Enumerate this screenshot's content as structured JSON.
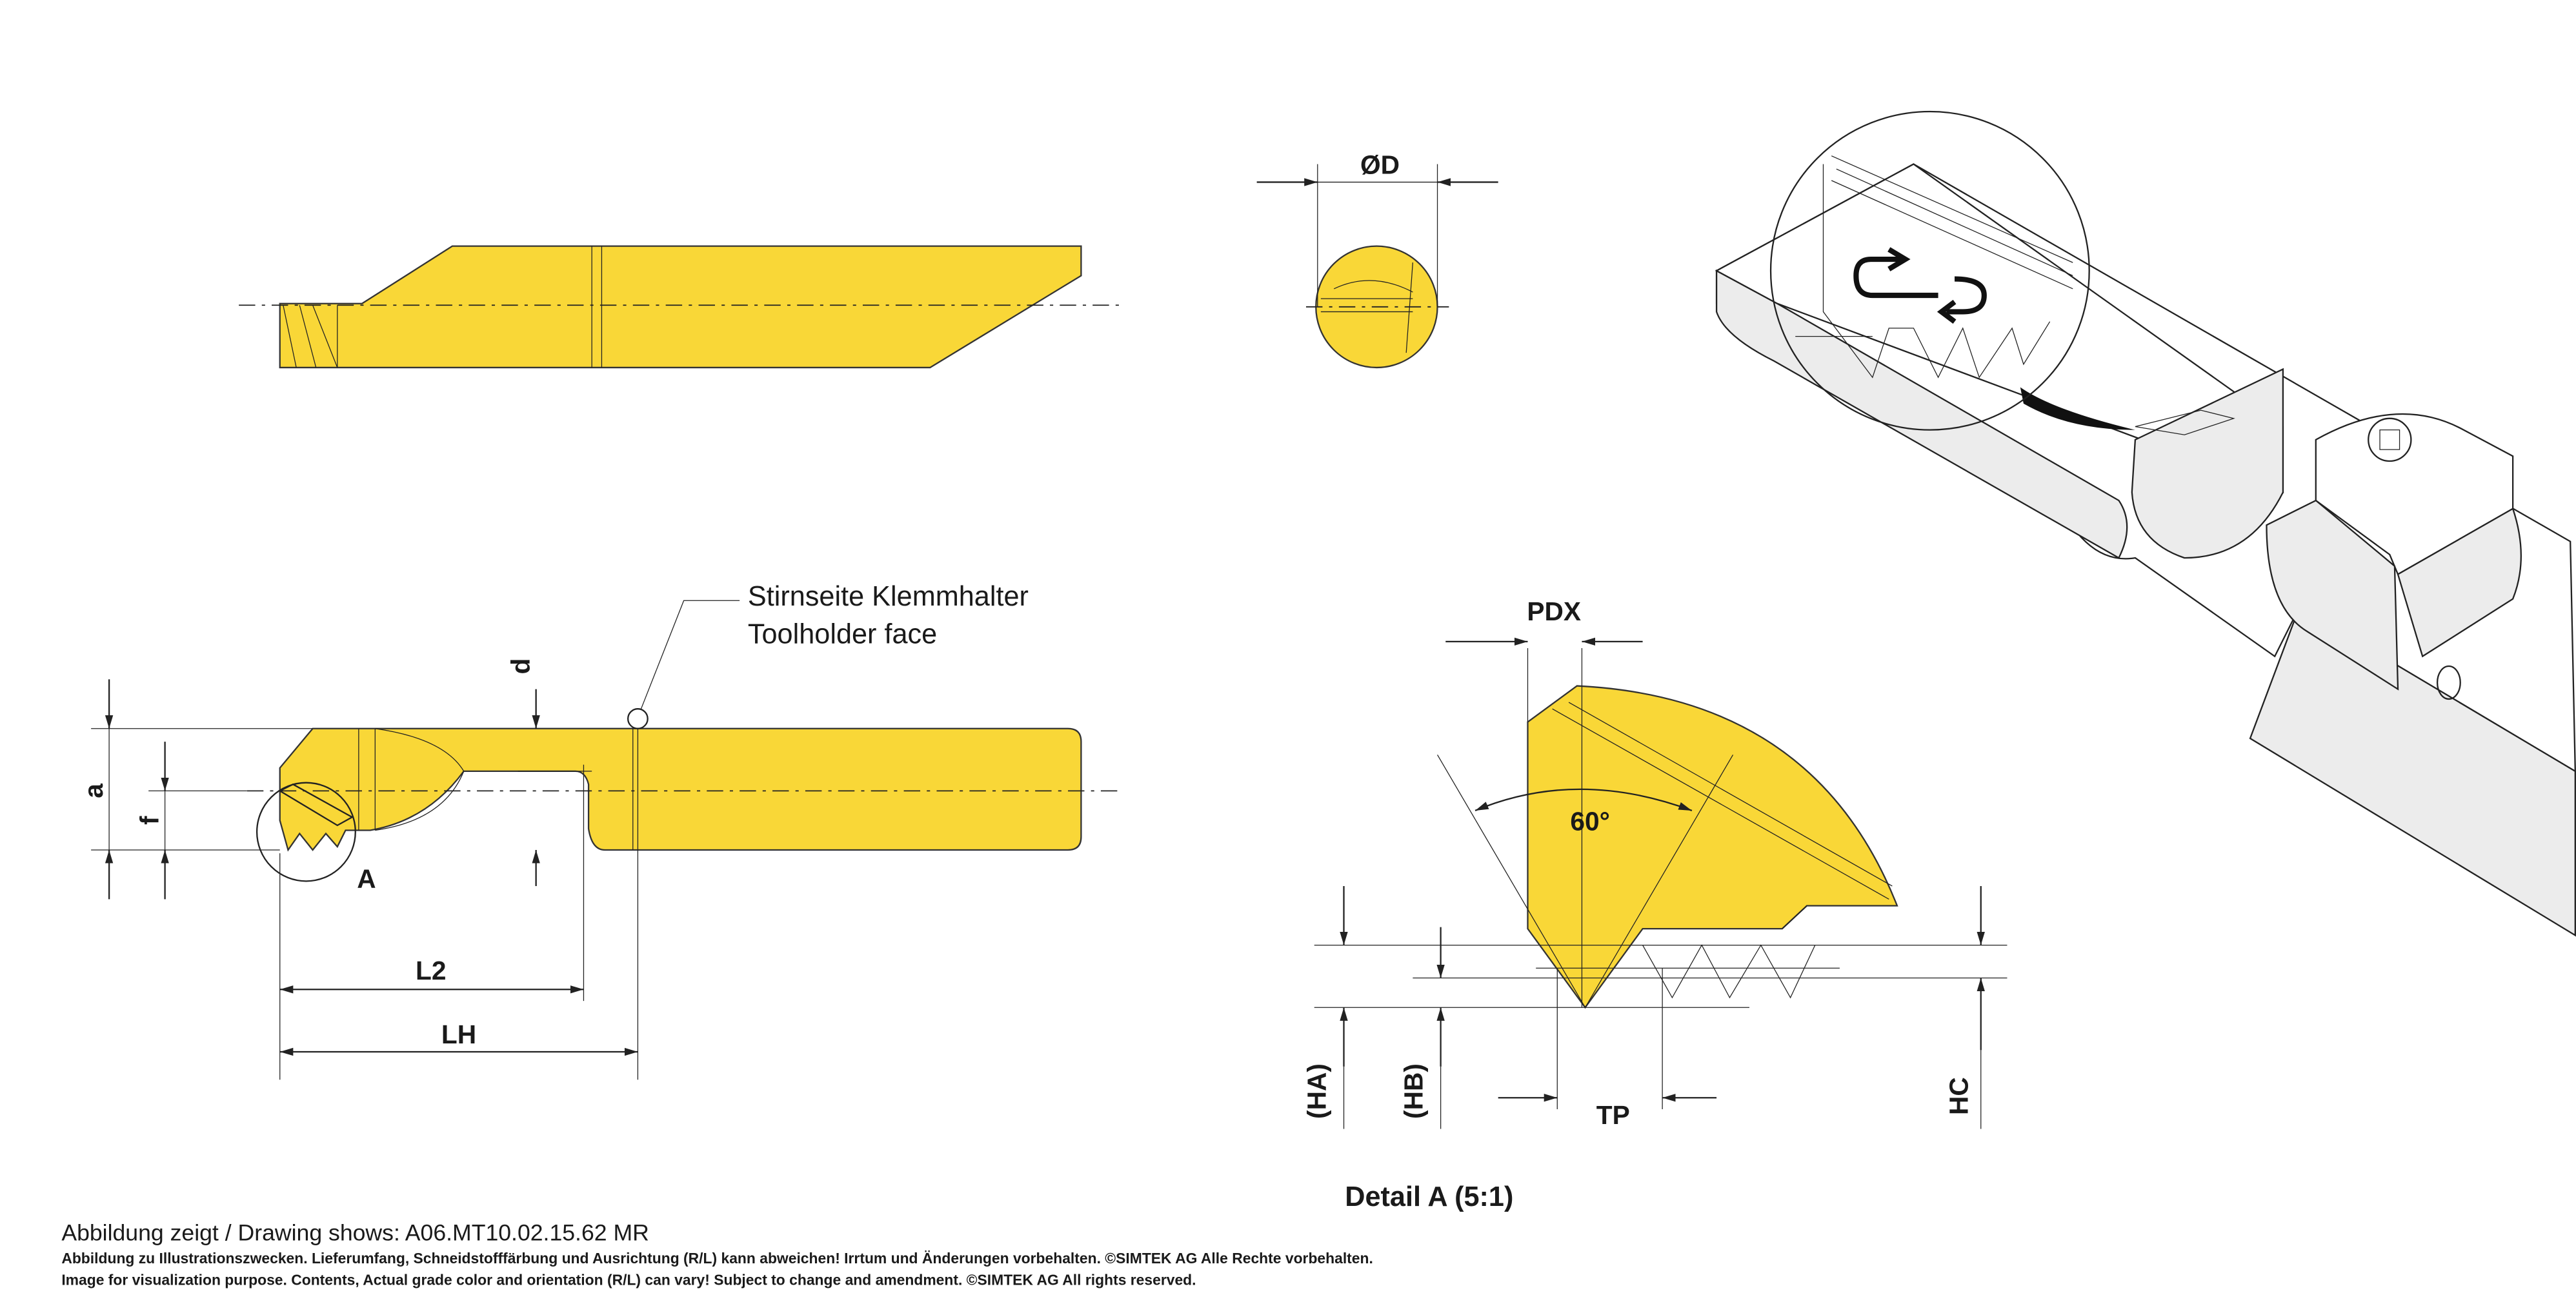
{
  "colors": {
    "insert": "#F9D737",
    "line": "#222222"
  },
  "labels": {
    "od": "ØD",
    "a": "a",
    "f": "f",
    "d": "d",
    "A": "A",
    "L2": "L2",
    "LH": "LH",
    "face_de": "Stirnseite Klemmhalter",
    "face_en": "Toolholder face",
    "PDX": "PDX",
    "angle": "60°",
    "HA": "(HA)",
    "HB": "(HB)",
    "HC": "HC",
    "TP": "TP",
    "detail": "Detail A (5:1)"
  },
  "footer": {
    "drawing_shows": "Abbildung zeigt / Drawing shows: A06.MT10.02.15.62 MR",
    "disclaimer_de": "Abbildung zu Illustrationszwecken. Lieferumfang, Schneidstofffärbung und Ausrichtung (R/L) kann abweichen! Irrtum und Änderungen vorbehalten. ©SIMTEK AG Alle Rechte vorbehalten.",
    "disclaimer_en": "Image for visualization purpose. Contents, Actual grade color and orientation (R/L) can vary! Subject to change and amendment. ©SIMTEK AG All rights reserved."
  }
}
